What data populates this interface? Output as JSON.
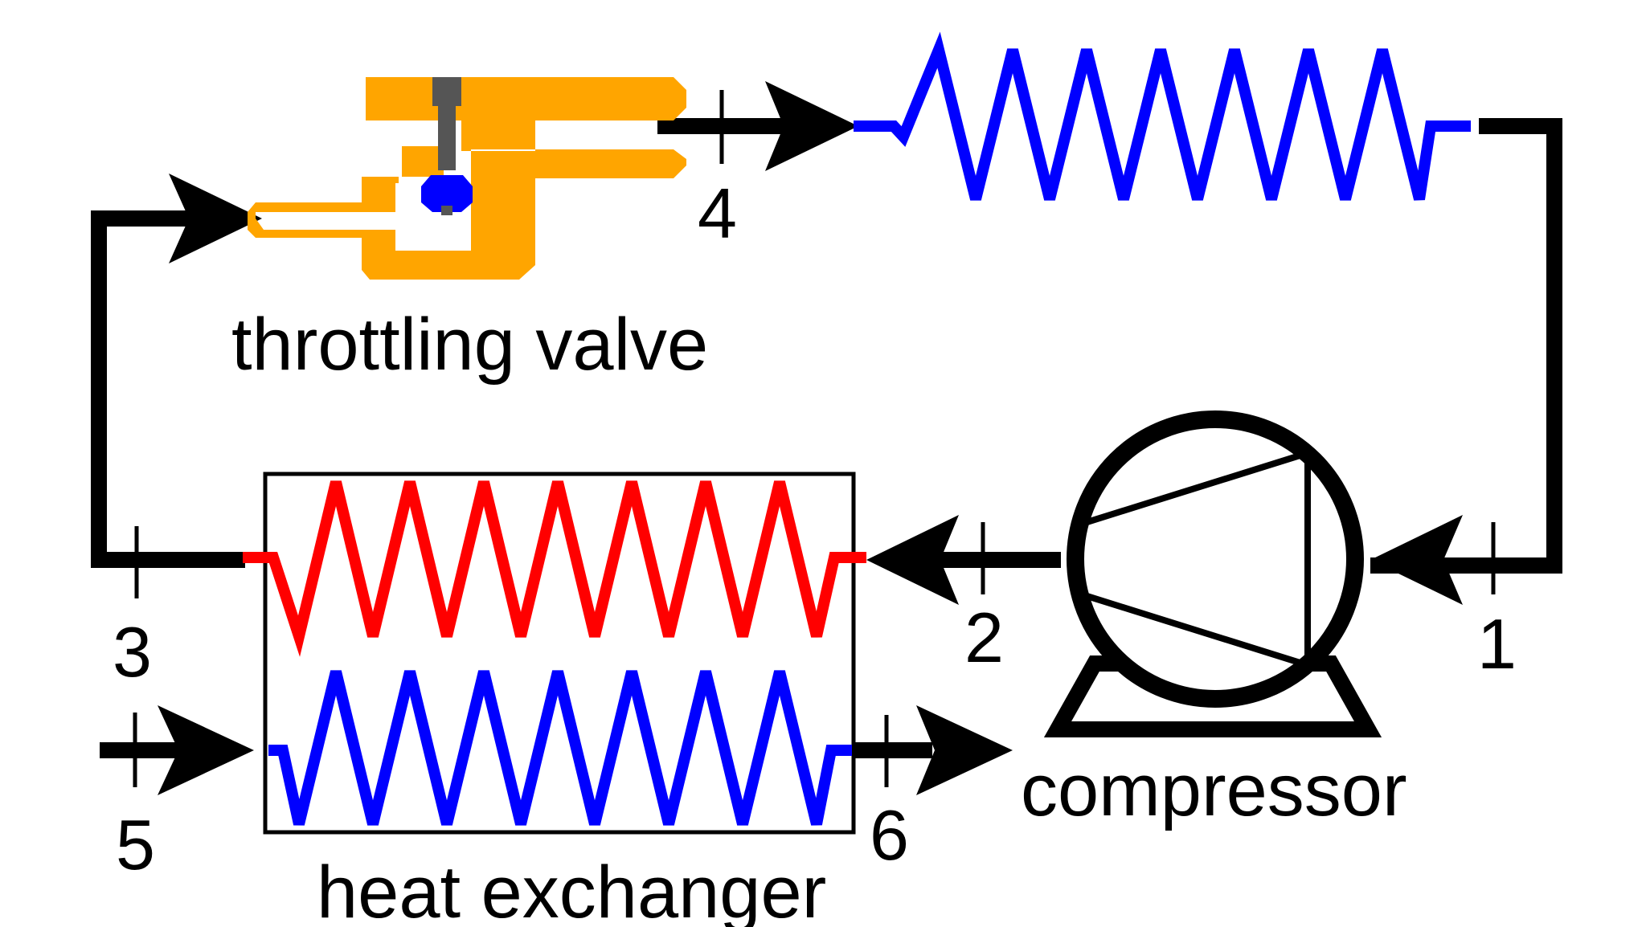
{
  "labels": {
    "valve": "throttling valve",
    "compressor": "compressor",
    "heat_exchanger": "heat exchanger"
  },
  "points": {
    "p1": "1",
    "p2": "2",
    "p3": "3",
    "p4": "4",
    "p5": "5",
    "p6": "6"
  },
  "colors": {
    "line": "#000000",
    "cold_coil": "#0000ff",
    "hot_coil": "#ff0000",
    "valve_body": "#ffa500",
    "valve_stem": "#555555",
    "valve_plug": "#0000ff"
  }
}
